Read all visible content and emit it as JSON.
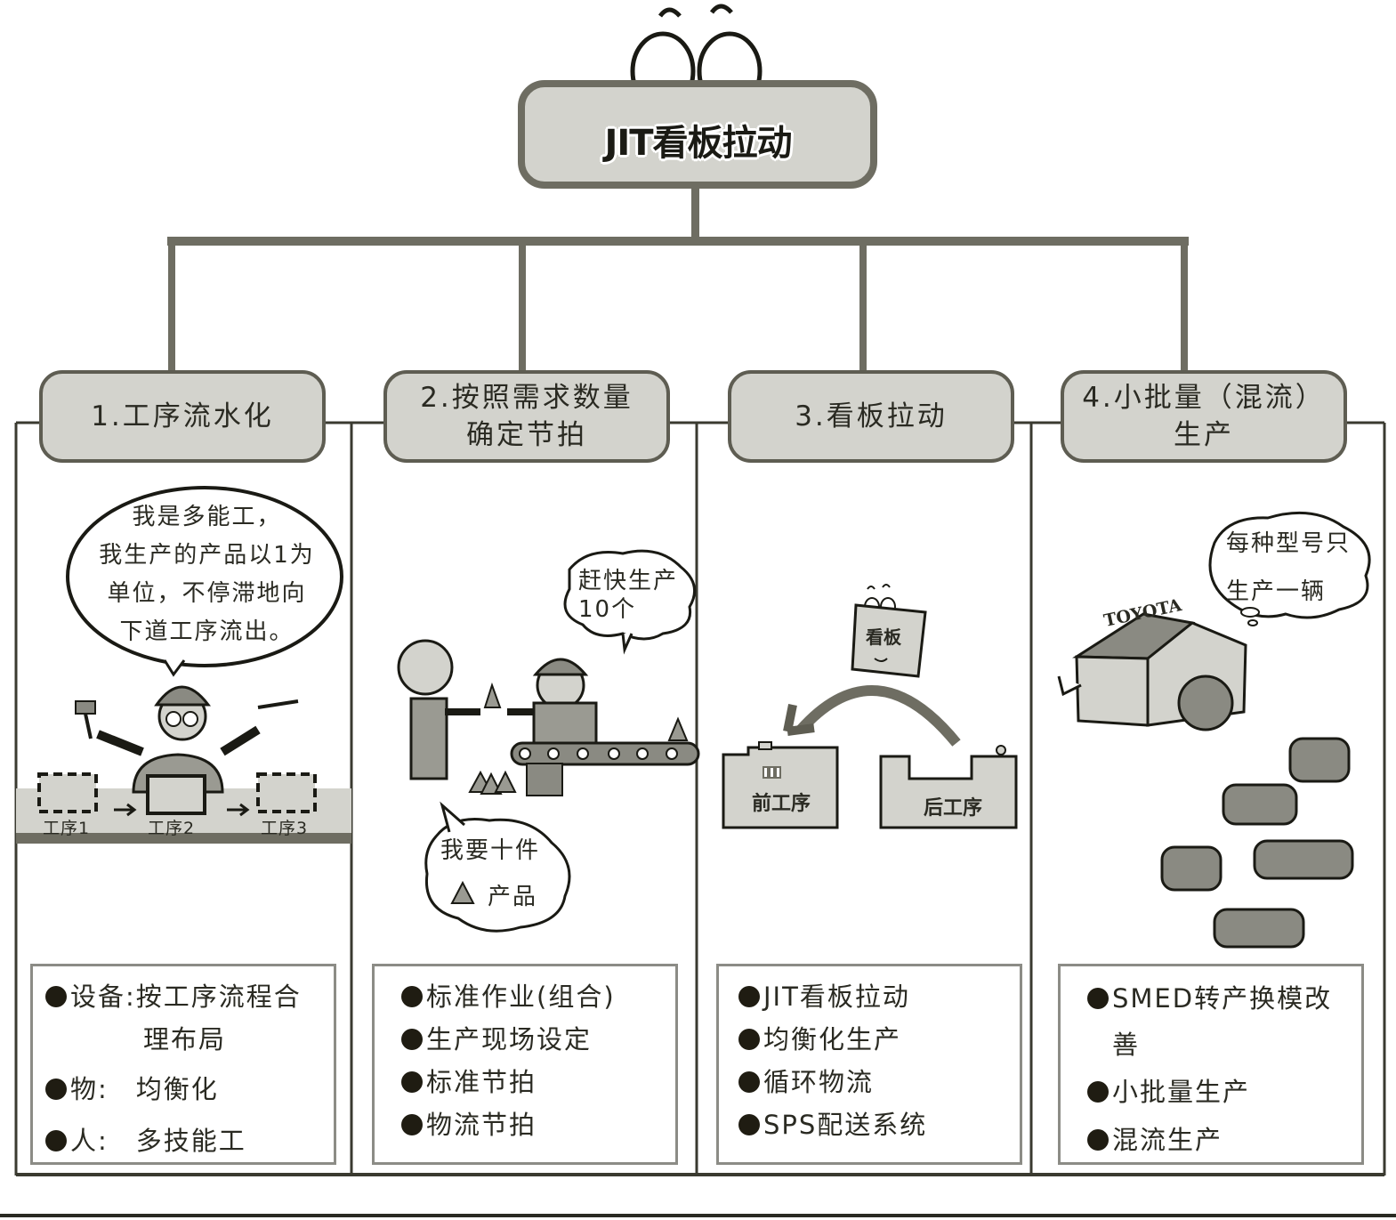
{
  "title": "JIT看板拉动",
  "colors": {
    "connector": "#6e6d62",
    "box_fill": "#d3d3cd",
    "frame": "#3a3a30",
    "text": "#2a2a22"
  },
  "columns": [
    {
      "heading_lines": [
        "1.工序流水化"
      ],
      "illustration": {
        "speech_bubble": [
          "我是多能工，",
          "我生产的产品以1为",
          "单位，不停滞地向",
          "下道工序流出。"
        ],
        "process_labels": [
          "工序1",
          "工序2",
          "工序3"
        ]
      },
      "bullets": [
        {
          "label": "设备:按工序流程合",
          "continuation": "理布局"
        },
        {
          "label": "物:　均衡化"
        },
        {
          "label": "人:　多技能工"
        }
      ]
    },
    {
      "heading_lines": [
        "2.按照需求数量",
        "确定节拍"
      ],
      "illustration": {
        "speech_bubble_top": [
          "赶快生产",
          "10个"
        ],
        "speech_bubble_bottom": [
          "我要十件",
          "产品"
        ],
        "legend_icon": "triangle-product-icon"
      },
      "bullets": [
        {
          "label": "标准作业(组合)"
        },
        {
          "label": "生产现场设定"
        },
        {
          "label": "标准节拍"
        },
        {
          "label": "物流节拍"
        }
      ]
    },
    {
      "heading_lines": [
        "3.看板拉动"
      ],
      "illustration": {
        "card_label": "看板",
        "left_station": "前工序",
        "right_station": "后工序"
      },
      "bullets": [
        {
          "label": "JIT看板拉动"
        },
        {
          "label": "均衡化生产"
        },
        {
          "label": "循环物流"
        },
        {
          "label": "SPS配送系统"
        }
      ]
    },
    {
      "heading_lines": [
        "4.小批量（混流）",
        "生产"
      ],
      "illustration": {
        "thought_bubble": [
          "每种型号只",
          "生产一辆"
        ],
        "factory_sign": "TOYOTA"
      },
      "bullets": [
        {
          "label": "SMED转产换模改",
          "continuation": "善"
        },
        {
          "label": "小批量生产"
        },
        {
          "label": "混流生产"
        }
      ]
    }
  ]
}
